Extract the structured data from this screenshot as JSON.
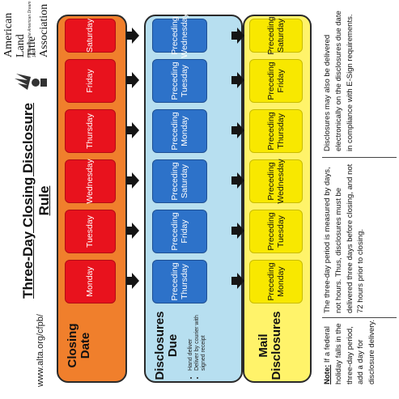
{
  "title": "Three-Day Closing Disclosure Rule",
  "url": "www.alta.org/cfpb/",
  "logo": {
    "name_line1": "American Land",
    "name_line2": "Title Association",
    "tagline": "Protecting the American Dream since 1907"
  },
  "columns": {
    "closing": {
      "label": "Closing Date",
      "days": [
        "Monday",
        "Tuesday",
        "Wednesday",
        "Thursday",
        "Friday",
        "Saturday"
      ]
    },
    "due": {
      "label": "Disclosures Due",
      "notes": [
        "Hand deliver",
        "Deliver by courier with signed receipt"
      ],
      "days": [
        "Preceding Thursday",
        "Preceding Friday",
        "Preceding Saturday",
        "Preceding Monday",
        "Preceding Tuesday",
        "Preceding Wednesday"
      ]
    },
    "mail": {
      "label": "Mail Disclosures",
      "days": [
        "Preceding Monday",
        "Preceding Tuesday",
        "Preceding Wednesday",
        "Preceding Thursday",
        "Preceding Friday",
        "Preceding Saturday"
      ]
    }
  },
  "notes": {
    "holiday_label": "Note:",
    "holiday_text": "If a federal holiday falls in the three-day period, add a day for disclosure delivery.",
    "hours_text": "The three-day period is measured by days, not hours. Thus, disclosures must be delivered three days before closing, and not 72 hours prior to closing.",
    "esign_text": "Disclosures may also be delivered electronically on the disclosures due date in compliance with E-Sign requirements."
  },
  "colors": {
    "closing_column": "#f07f2c",
    "closing_box": "#e8121d",
    "due_column": "#b7dff0",
    "due_box": "#2d72c9",
    "mail_column": "#fff36a",
    "mail_box": "#f8e800"
  }
}
